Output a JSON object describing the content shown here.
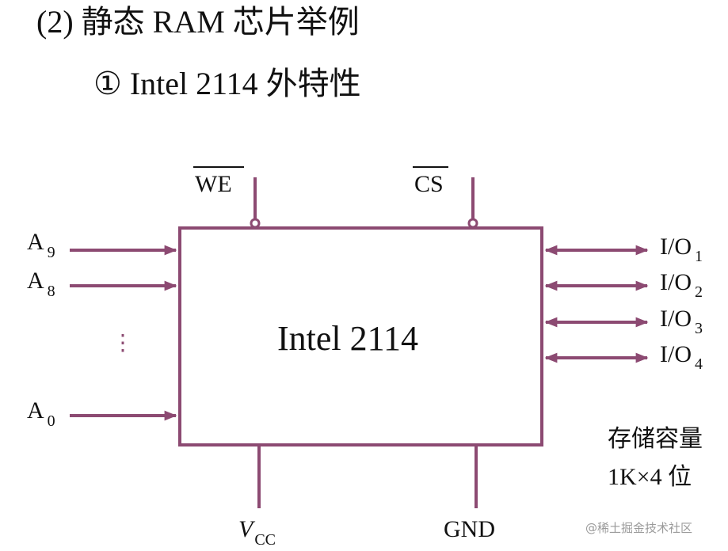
{
  "heading": "(2) 静态 RAM 芯片举例",
  "subheading": "① Intel 2114 外特性",
  "chip_label": "Intel 2114",
  "inputs": [
    {
      "letter": "A",
      "index": "9"
    },
    {
      "letter": "A",
      "index": "8"
    },
    {
      "letter": "A",
      "index": "0"
    }
  ],
  "ellipsis": "⋮",
  "control": {
    "we": "WE",
    "cs": "CS"
  },
  "io": [
    {
      "text": "I/O",
      "index": "1"
    },
    {
      "text": "I/O",
      "index": "2"
    },
    {
      "text": "I/O",
      "index": "3"
    },
    {
      "text": "I/O",
      "index": "4"
    }
  ],
  "power": {
    "vcc_main": "V",
    "vcc_sub": "CC",
    "gnd": "GND"
  },
  "capacity": {
    "line1": "存储容量",
    "line2": "1K×4 位"
  },
  "watermark": "@稀土掘金技术社区",
  "colors": {
    "line": "#8c4a72",
    "text": "#111111"
  }
}
